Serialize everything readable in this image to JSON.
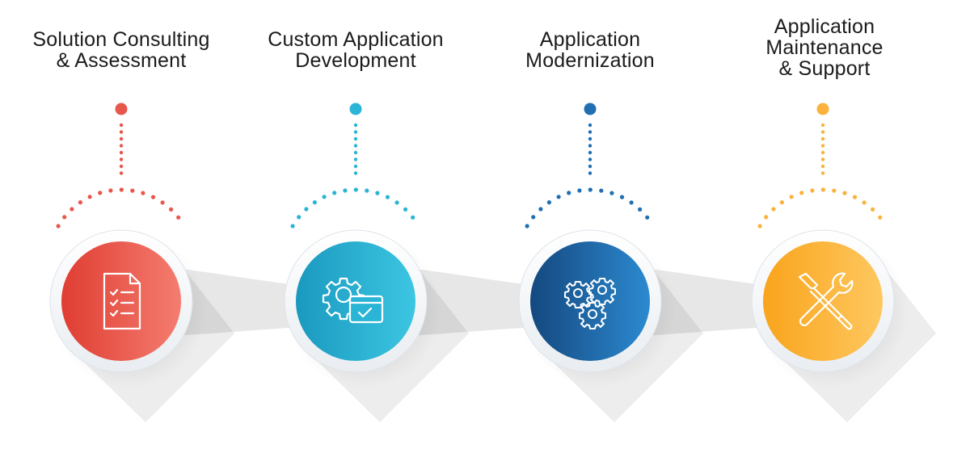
{
  "diagram": {
    "steps": [
      {
        "id": "consulting",
        "title_lines": [
          "Solution Consulting",
          "& Assessment"
        ],
        "color": "#e8574b",
        "gradient": [
          "#e03d32",
          "#f47d70"
        ],
        "icon": "checklist-document-icon"
      },
      {
        "id": "development",
        "title_lines": [
          "Custom Application",
          "Development"
        ],
        "color": "#2ab4d6",
        "gradient": [
          "#1a99bf",
          "#3cc6e2"
        ],
        "icon": "gear-window-check-icon"
      },
      {
        "id": "modernization",
        "title_lines": [
          "Application",
          "Modernization"
        ],
        "color": "#1f6fb2",
        "gradient": [
          "#14487f",
          "#2c8ad0"
        ],
        "icon": "gears-cluster-icon"
      },
      {
        "id": "maintenance",
        "title_lines": [
          "Application",
          "Maintenance",
          "& Support"
        ],
        "color": "#fbb23c",
        "gradient": [
          "#f9a41c",
          "#fec860"
        ],
        "icon": "wrench-screwdriver-icon"
      }
    ],
    "connector_color": "#e7e7e7"
  }
}
